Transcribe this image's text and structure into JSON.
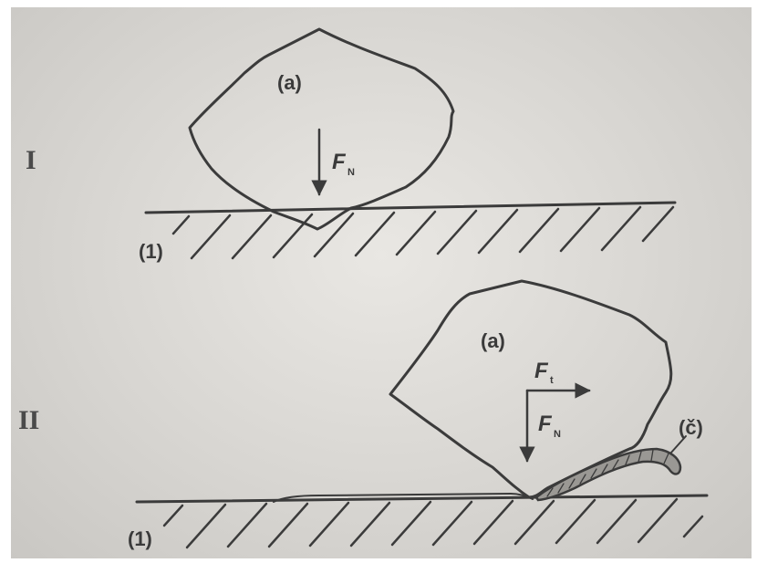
{
  "panels": [
    {
      "roman": "I",
      "particle_label": "(a)",
      "surface_label": "(1)",
      "force_normal": {
        "main": "F",
        "sub": "N"
      }
    },
    {
      "roman": "II",
      "particle_label": "(a)",
      "surface_label": "(1)",
      "force_tangent": {
        "main": "F",
        "sub": "t"
      },
      "force_normal": {
        "main": "F",
        "sub": "N"
      },
      "chip_label": "(č)"
    }
  ],
  "colors": {
    "ink": "#3b3b3b",
    "paper": "#dcdad6"
  }
}
